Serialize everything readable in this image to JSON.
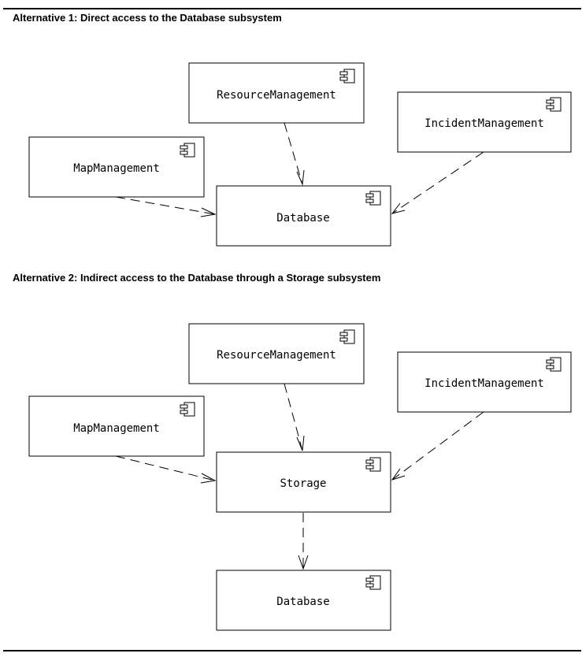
{
  "alt1": {
    "caption": "Alternative 1: Direct access to the Database subsystem",
    "components": {
      "resource": "ResourceManagement",
      "incident": "IncidentManagement",
      "map": "MapManagement",
      "database": "Database"
    }
  },
  "alt2": {
    "caption": "Alternative 2: Indirect access to the Database through a Storage subsystem",
    "components": {
      "resource": "ResourceManagement",
      "incident": "IncidentManagement",
      "map": "MapManagement",
      "storage": "Storage",
      "database": "Database"
    }
  },
  "icons": {
    "component": "uml-component-icon",
    "dependency": "dashed-open-arrow"
  },
  "colors": {
    "ink": "#000000",
    "background": "#ffffff"
  }
}
